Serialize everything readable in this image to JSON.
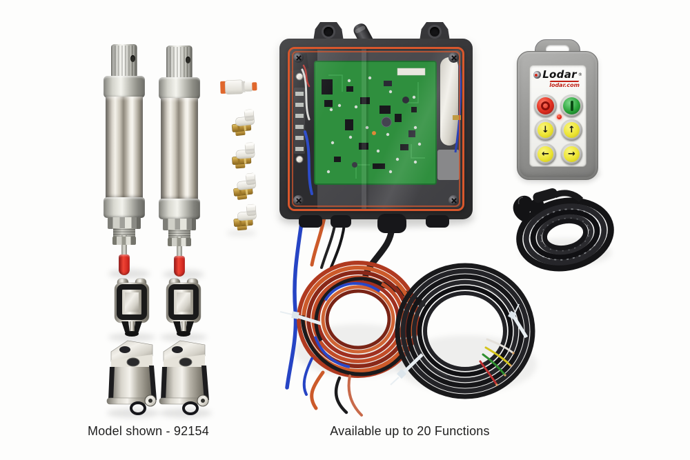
{
  "scene": {
    "background": "#fdfdfc",
    "caption_left": "Model shown - 92154",
    "caption_right": "Available up to 20 Functions"
  },
  "remote": {
    "brand": "Lodar",
    "registered": "®",
    "website": "lodar.com",
    "glyphs": {
      "down": "↓",
      "up": "↑",
      "left": "←",
      "right": "→"
    }
  },
  "colors": {
    "gasket_orange": "#d8572c",
    "pcb_green": "#2f8f3e",
    "enclosure_grey": "#38383a",
    "remote_grey": "#9a9a98",
    "stop_button_red": "#e23222",
    "start_button_green": "#2aa43a",
    "function_button_yellow": "#ece432",
    "air_tube_blue": "#2644c4",
    "air_tube_orange": "#cc5a2a",
    "wire_coil_dark_red": "#a03020",
    "cable_black": "#1b1b1d",
    "rod_tip_red": "#e03424",
    "brass_fitting": "#c29a3a",
    "zip_tie_white": "#e8eef2"
  }
}
